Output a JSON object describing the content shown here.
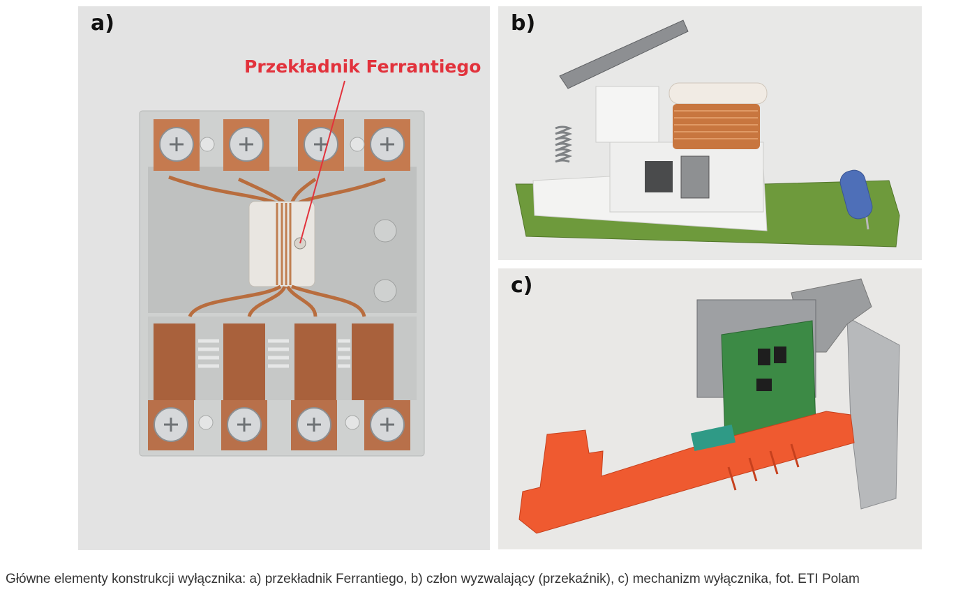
{
  "panels": {
    "a": {
      "label": "a)",
      "annotation": "Przekładnik Ferrantiego"
    },
    "b": {
      "label": "b)"
    },
    "c": {
      "label": "c)"
    }
  },
  "caption": "Główne elementy konstrukcji wyłącznika: a) przekładnik Ferrantiego, b) człon wyzwalający (przekaźnik), c) mechanizm wyłącznika, fot. ETI Polam",
  "colors": {
    "annotation": "#e2323c",
    "copper": "#c9825a",
    "housing_gray": "#c9cbca",
    "pcb_green": "#6e9a3c",
    "orange_shaft": "#f0582f"
  },
  "icons": [
    "screw-terminal-icon",
    "coil-icon",
    "spring-icon",
    "resistor-icon"
  ]
}
